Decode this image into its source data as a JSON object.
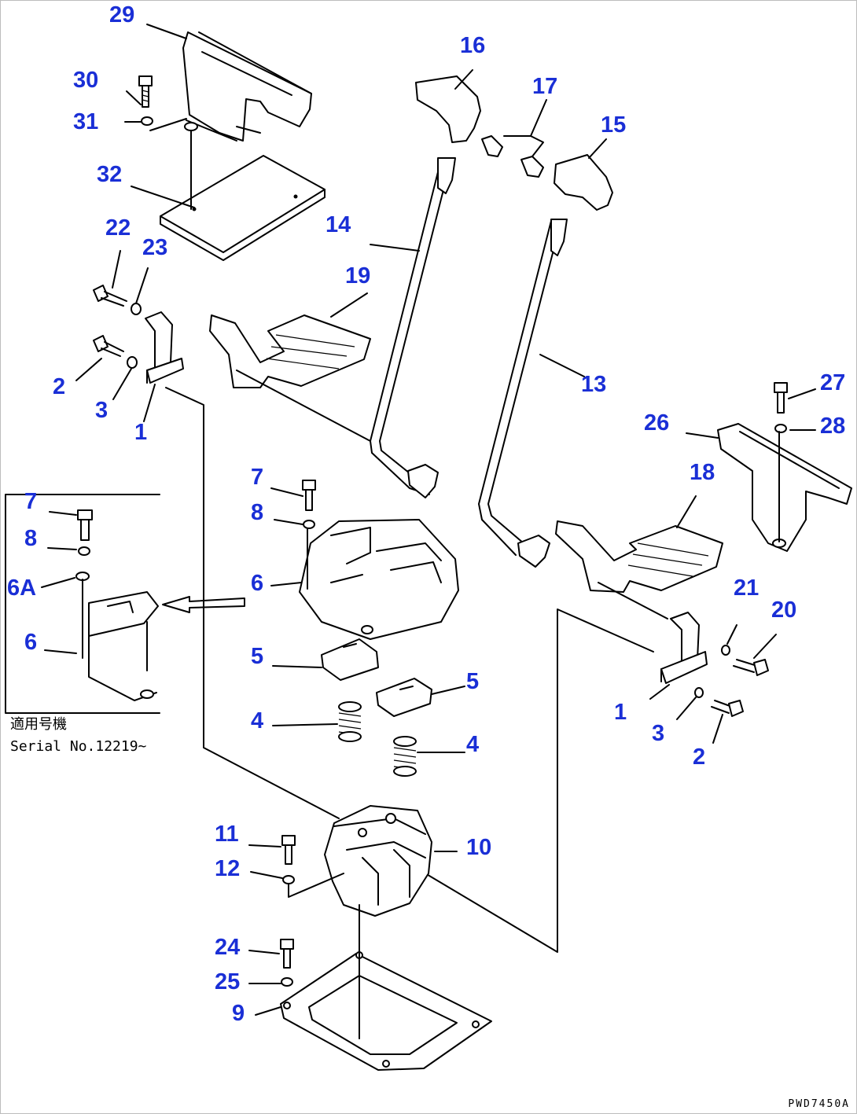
{
  "diagram": {
    "labels": {
      "l29": "29",
      "l30": "30",
      "l31": "31",
      "l32": "32",
      "l22": "22",
      "l23": "23",
      "l19": "19",
      "l2a": "2",
      "l3a": "3",
      "l1a": "1",
      "l16": "16",
      "l17": "17",
      "l15": "15",
      "l14": "14",
      "l13": "13",
      "l27": "27",
      "l28": "28",
      "l26": "26",
      "l18": "18",
      "l7a": "7",
      "l8a": "8",
      "l6a": "6",
      "l7b": "7",
      "l8b": "8",
      "l6A": "6A",
      "l6b": "6",
      "l5a": "5",
      "l5b": "5",
      "l4a": "4",
      "l4b": "4",
      "l21": "21",
      "l20": "20",
      "l1b": "1",
      "l3b": "3",
      "l2b": "2",
      "l11": "11",
      "l12": "12",
      "l10": "10",
      "l24": "24",
      "l25": "25",
      "l9": "9"
    },
    "inset_note": {
      "line1": "適用号機",
      "line2": "Serial No.12219~"
    },
    "drawing_code": "PWD7450A",
    "callout_color": "#1a2fd6"
  }
}
